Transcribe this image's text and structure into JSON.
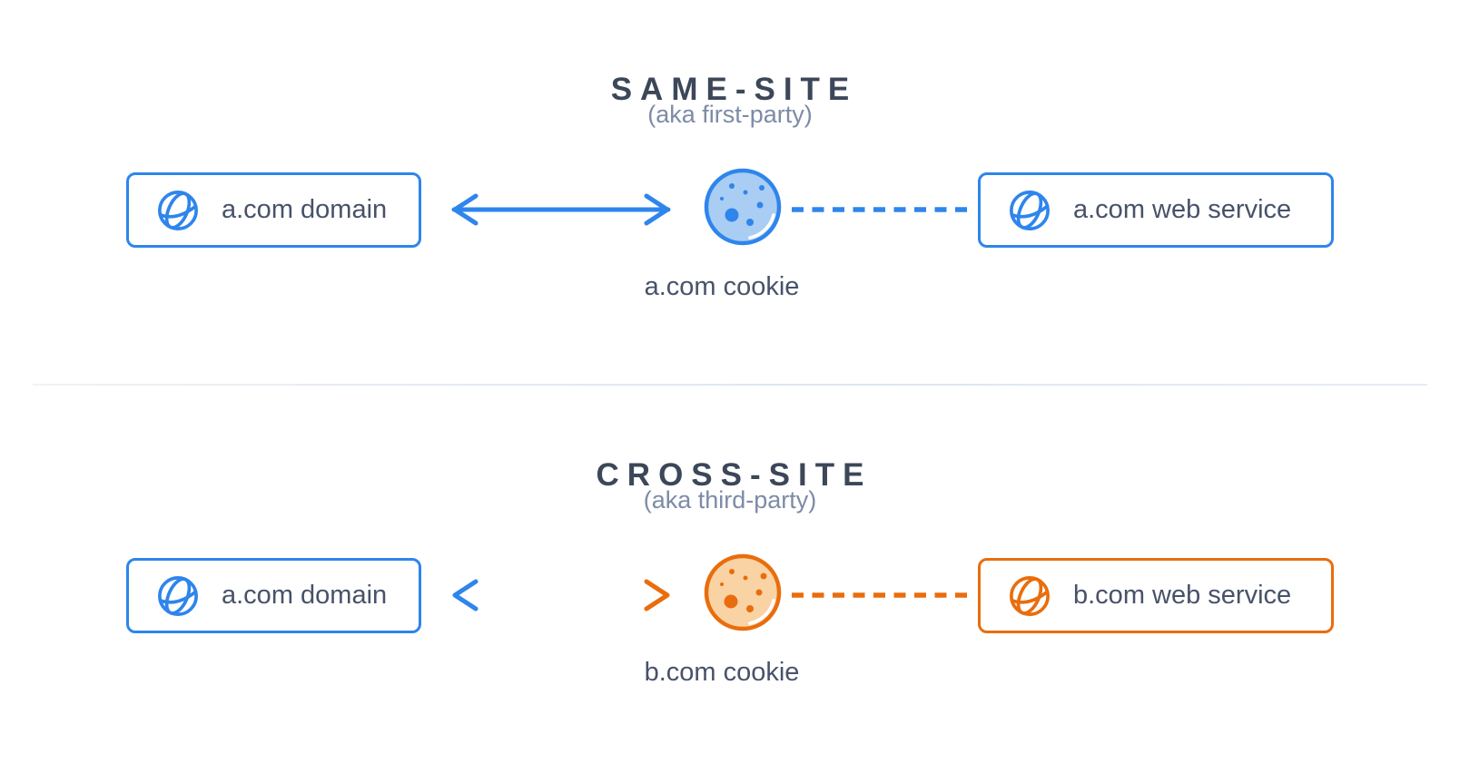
{
  "colors": {
    "blue": "#2e85ec",
    "orange": "#e96d0d",
    "blue-cookie-fill": "#a9cdf3",
    "orange-cookie-fill": "#f9d3a4",
    "title": "#3c4759",
    "subtitle": "#7d8ba6",
    "label": "#47526a",
    "background": "#ffffff"
  },
  "sections": [
    {
      "title": "SAME-SITE",
      "subtitle": "(aka first-party)",
      "left_box": {
        "label": "a.com domain",
        "icon": "globe-icon"
      },
      "right_box": {
        "label": "a.com web service",
        "icon": "globe-icon"
      },
      "cookie_icon": "cookie-icon",
      "cookie_label": "a.com cookie",
      "accent": "blue",
      "connector_left": "double-headed-arrow",
      "connector_right": "dashed-line"
    },
    {
      "title": "CROSS-SITE",
      "subtitle": "(aka third-party)",
      "left_box": {
        "label": "a.com domain",
        "icon": "globe-icon"
      },
      "right_box": {
        "label": "b.com web service",
        "icon": "globe-icon"
      },
      "cookie_icon": "cookie-icon",
      "cookie_label": "b.com cookie",
      "accent": "orange",
      "connector_left": "double-headed-arrow-gradient",
      "connector_right": "dashed-line"
    }
  ]
}
